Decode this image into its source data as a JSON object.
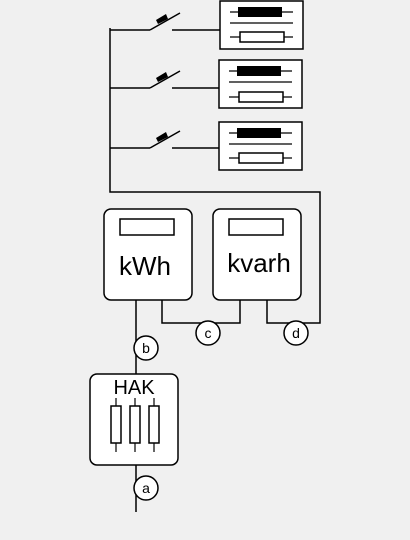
{
  "meters": {
    "active": {
      "label": "kWh"
    },
    "reactive": {
      "label": "kvarh"
    }
  },
  "connection_box": {
    "label": "HAK"
  },
  "points": {
    "a": "a",
    "b": "b",
    "c": "c",
    "d": "d"
  },
  "colors": {
    "background": "#f0f0f0",
    "stroke": "#000000",
    "fill": "#ffffff"
  }
}
